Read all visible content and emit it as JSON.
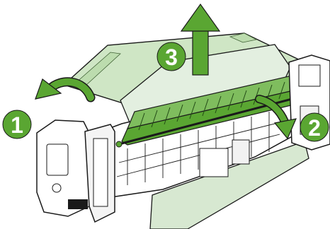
{
  "illustration": {
    "subject": "fuser-unit",
    "steps": [
      {
        "number": "1",
        "arrow": "curved-arrow-left",
        "action": "lift-left-lever"
      },
      {
        "number": "2",
        "arrow": "curved-arrow-down-right",
        "action": "lower-right-lever"
      },
      {
        "number": "3",
        "arrow": "straight-arrow-up",
        "action": "pull-paper-up"
      }
    ],
    "colors": {
      "accent": "#5aa632",
      "accent_light": "#cfe6c5",
      "paper_tint": "#e3efe0",
      "line": "#1a1a1a",
      "badge_text": "#ffffff"
    }
  }
}
